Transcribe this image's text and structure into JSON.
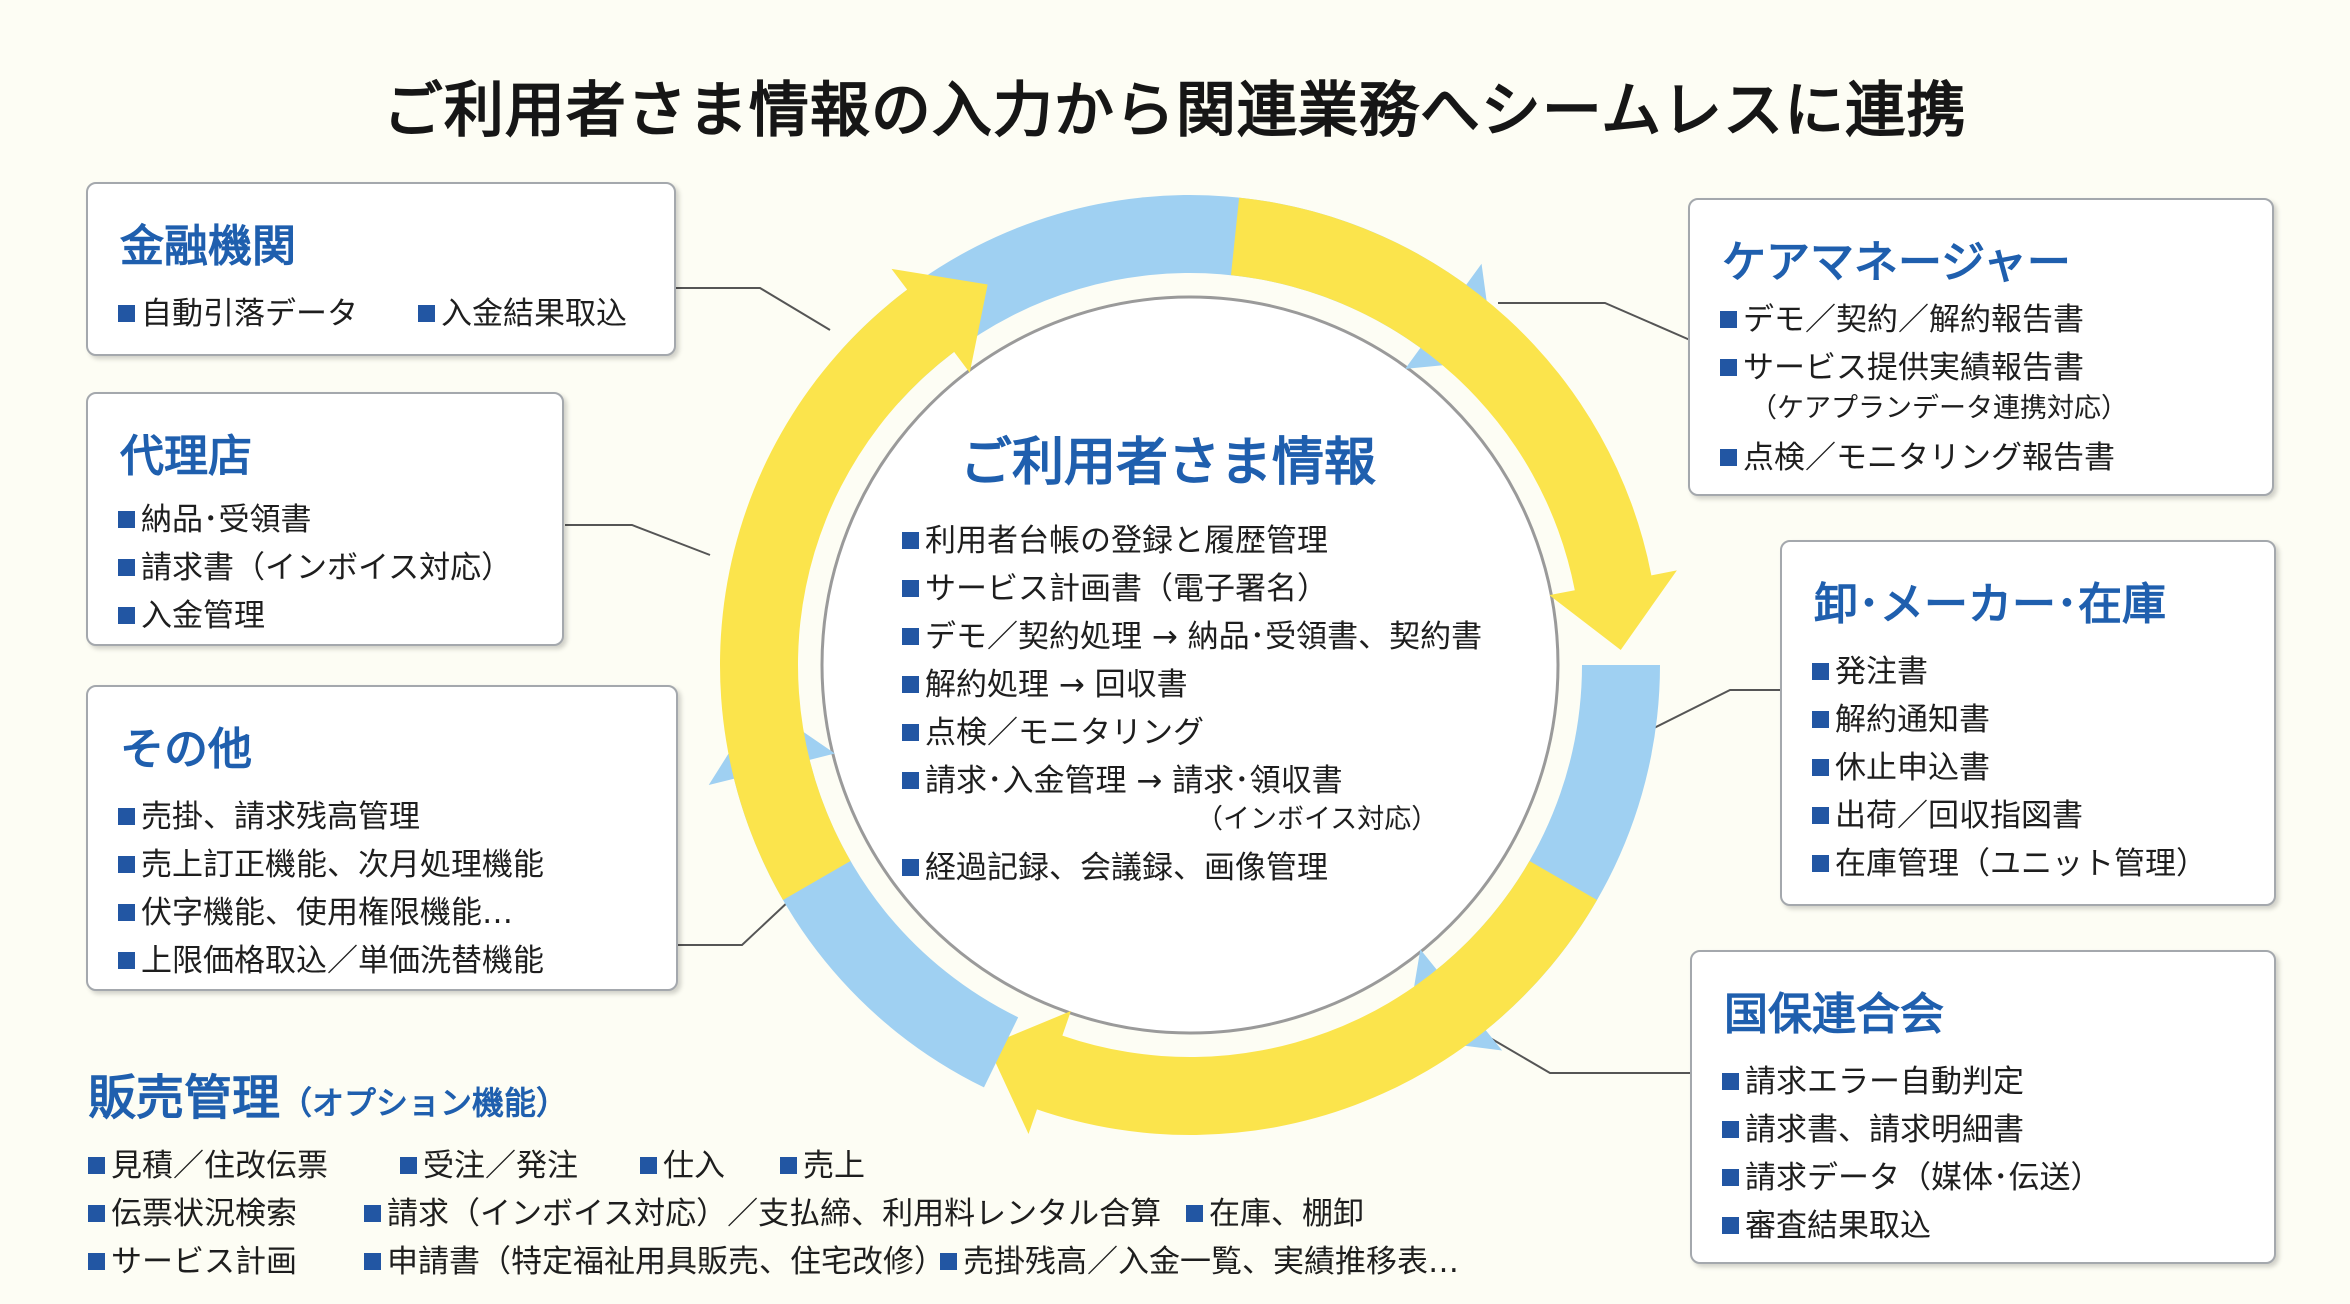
{
  "title": "ご利用者さま情報の入力から関連業務へシームレスに連携",
  "center": {
    "title": "ご利用者さま情報",
    "items": [
      "利用者台帳の登録と履歴管理",
      "サービス計画書（電子署名）",
      "デモ／契約処理 → 納品･受領書、契約書",
      "解約処理 → 回収書",
      "点検／モニタリング",
      "請求･入金管理 → 請求･領収書",
      "経過記録、会議録、画像管理"
    ],
    "note": "（インボイス対応）"
  },
  "kinyu": {
    "title": "金融機関",
    "items": [
      "自動引落データ",
      "入金結果取込"
    ]
  },
  "dairiten": {
    "title": "代理店",
    "items": [
      "納品･受領書",
      "請求書（インボイス対応）",
      "入金管理"
    ]
  },
  "sonota": {
    "title": "その他",
    "items": [
      "売掛、請求残高管理",
      "売上訂正機能、次月処理機能",
      "伏字機能、使用権限機能…",
      "上限価格取込／単価洗替機能"
    ]
  },
  "caremanager": {
    "title": "ケアマネージャー",
    "items": [
      "デモ／契約／解約報告書",
      "サービス提供実績報告書",
      "点検／モニタリング報告書"
    ],
    "note": "（ケアプランデータ連携対応）"
  },
  "oroshi": {
    "title": "卸･メーカー･在庫",
    "items": [
      "発注書",
      "解約通知書",
      "休止申込書",
      "出荷／回収指図書",
      "在庫管理（ユニット管理）"
    ]
  },
  "kokuho": {
    "title": "国保連合会",
    "items": [
      "請求エラー自動判定",
      "請求書、請求明細書",
      "請求データ（媒体･伝送）",
      "審査結果取込"
    ]
  },
  "hanbai": {
    "title": "販売管理",
    "subtitle": "（オプション機能）",
    "row1": [
      "見積／住改伝票",
      "受注／発注",
      "仕入",
      "売上"
    ],
    "row2": [
      "伝票状況検索",
      "請求（インボイス対応）／支払締、利用料レンタル合算",
      "在庫、棚卸"
    ],
    "row3": [
      "サービス計画",
      "申請書（特定福祉用具販売、住宅改修）",
      "売掛残高／入金一覧、実績推移表…"
    ]
  },
  "colors": {
    "accent_blue": "#1f5fae",
    "bullet": "#2256a3",
    "arrow_yellow": "#fbe44c",
    "arrow_blue": "#9fd0f2"
  }
}
